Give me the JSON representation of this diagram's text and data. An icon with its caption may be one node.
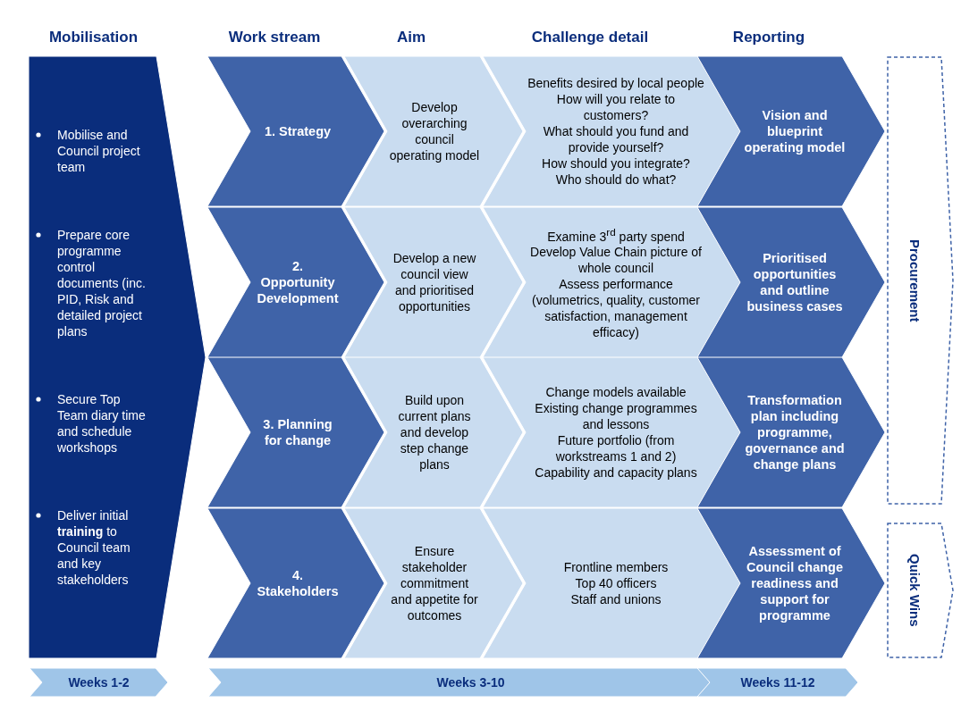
{
  "diagram": {
    "nodes": [
      {
        "text": [
          "Mobilise and Council project team",
          "Prepare core programme control documents (inc. PID, Risk and detailed project plans",
          "Secure Top Team diary time and schedule workshops",
          "Deliver initial **training** to Council team and key stakeholders"
        ]
      },
      {
        "text": [
          "1. Strategy"
        ]
      },
      {
        "text": [
          "2. Opportunity Development"
        ]
      },
      {
        "text": [
          "3. Planning for change"
        ]
      },
      {
        "text": [
          "4. Stakeholders"
        ]
      },
      {
        "text": [
          "Develop overarching council operating model"
        ]
      },
      {
        "text": [
          "Develop a new council view and prioritised opportunities"
        ]
      },
      {
        "text": [
          "Build upon current plans and develop step change plans"
        ]
      },
      {
        "text": [
          "Ensure stakeholder commitment and appetite for outcomes"
        ]
      },
      {
        "text": [
          "Benefits desired by local people",
          "How will you relate to customers?",
          "What should you fund and provide yourself?",
          "How should you integrate?",
          "Who should do what?"
        ]
      },
      {
        "text": [
          "Examine 3$^{rd}$ party spend",
          "Develop Value Chain picture of whole council",
          "Assess performance (volumetrics, quality, customer satisfaction, management efficacy)"
        ]
      },
      {
        "text": [
          "Change models available",
          "Existing change programmes and lessons",
          "Future portfolio (from workstreams 1 and 2)",
          "Capability and capacity plans"
        ]
      },
      {
        "text": [
          "Frontline members",
          "Top 40 officers",
          "Staff and unions"
        ]
      },
      {
        "text": [
          "Vision and blueprint operating model"
        ]
      },
      {
        "text": [
          "Prioritised opportunities and outline business cases"
        ]
      },
      {
        "text": [
          "Transformation plan including programme, governance and change plans"
        ]
      },
      {
        "text": [
          "Assessment of Council change readiness and support for programme"
        ]
      },
      {
        "text": [
          "Procurement"
        ]
      },
      {
        "text": [
          "Quick Wins"
        ]
      },
      {
        "text": [
          "Weeks 1-2"
        ]
      },
      {
        "text": [
          "Weeks 3-10"
        ]
      },
      {
        "text": [
          "Weeks 11-12"
        ]
      }
    ],
    "labels": [
      "Mobilisation",
      "Work stream",
      "Aim",
      "Challenge detail",
      "Reporting"
    ]
  }
}
